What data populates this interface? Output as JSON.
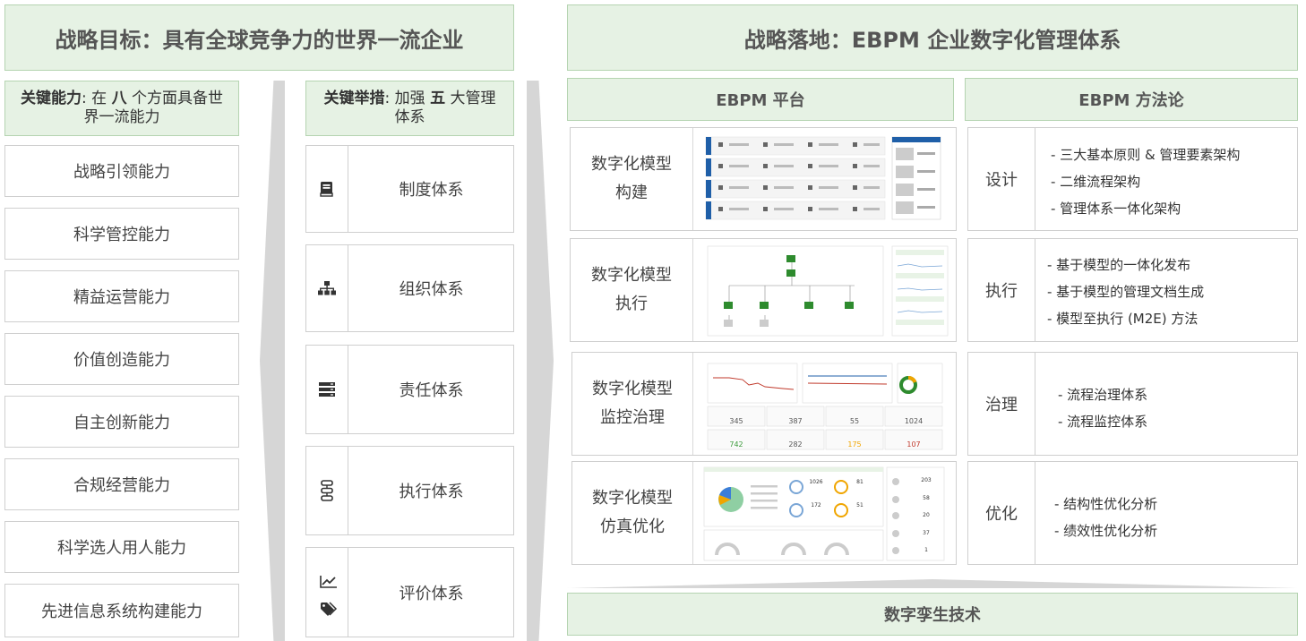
{
  "left_title": "战略目标：具有全球竞争力的世界一流企业",
  "right_title": "战略落地：EBPM 企业数字化管理体系",
  "capabilities": {
    "header_key": "关键能力",
    "header_rest_1": ": 在 ",
    "header_num": "八",
    "header_rest_2": " 个方面具备世界一流能力",
    "items": [
      "战略引领能力",
      "科学管控能力",
      "精益运营能力",
      "价值创造能力",
      "自主创新能力",
      "合规经营能力",
      "科学选人用人能力",
      "先进信息系统构建能力"
    ]
  },
  "measures": {
    "header_key": "关键举措",
    "header_rest_1": ": 加强 ",
    "header_num": "五",
    "header_rest_2": " 大管理体系",
    "items": [
      {
        "label": "制度体系",
        "icon": "book-icon"
      },
      {
        "label": "组织体系",
        "icon": "org-chart-icon"
      },
      {
        "label": "责任体系",
        "icon": "server-stack-icon"
      },
      {
        "label": "执行体系",
        "icon": "process-flow-icon"
      },
      {
        "label": "评价体系",
        "icon": "chart-tag-icon"
      }
    ]
  },
  "platform": {
    "header": "EBPM 平台",
    "rows": [
      {
        "label": "数字化模型构建"
      },
      {
        "label": "数字化模型执行"
      },
      {
        "label": "数字化模型监控治理",
        "stats": [
          "345",
          "387",
          "55",
          "1024",
          "742",
          "282",
          "175",
          "107"
        ]
      },
      {
        "label": "数字化模型仿真优化",
        "stats": [
          "1026",
          "81",
          "172",
          "51",
          "203",
          "58",
          "20",
          "37",
          "1"
        ]
      }
    ]
  },
  "methodology": {
    "header": "EBPM 方法论",
    "rows": [
      {
        "label": "设计",
        "items": [
          "- 三大基本原则 & 管理要素架构",
          "- 二维流程架构",
          "- 管理体系一体化架构"
        ]
      },
      {
        "label": "执行",
        "items": [
          "- 基于模型的一体化发布",
          "- 基于模型的管理文档生成",
          "- 模型至执行 (M2E) 方法"
        ]
      },
      {
        "label": "治理",
        "items": [
          "- 流程治理体系",
          "- 流程监控体系"
        ]
      },
      {
        "label": "优化",
        "items": [
          "- 结构性优化分析",
          "- 绩效性优化分析"
        ]
      }
    ]
  },
  "footer": "数字孪生技术",
  "colors": {
    "green_bg": "#e6f2e4",
    "green_border": "#b5d4b1",
    "accent_green": "#3a9a3a",
    "accent_red": "#c0392b",
    "accent_orange": "#f0a500",
    "accent_blue": "#1f5fa8"
  }
}
